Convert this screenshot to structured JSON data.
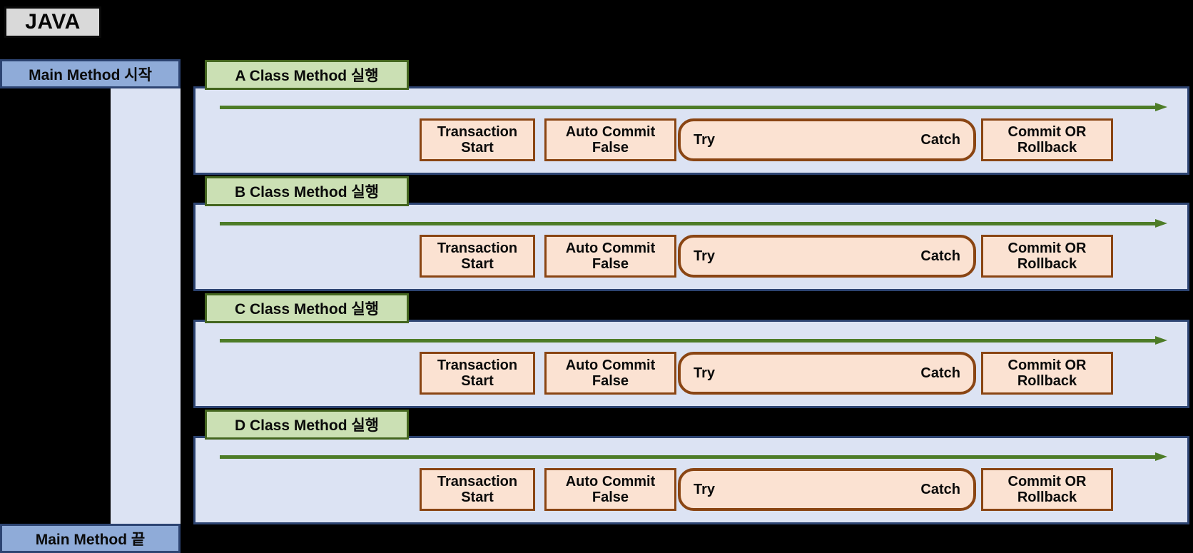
{
  "title_chip": {
    "label": "JAVA"
  },
  "main_method": {
    "start_label": "Main Method 시작",
    "end_label": "Main Method 끝"
  },
  "steps": {
    "transaction_start": "Transaction\nStart",
    "auto_commit_false": "Auto Commit\nFalse",
    "try_label": "Try",
    "catch_label": "Catch",
    "commit_or_rollback": "Commit OR\nRollback"
  },
  "rows": [
    {
      "tag": "A Class Method 실행"
    },
    {
      "tag": "B Class Method 실행"
    },
    {
      "tag": "C Class Method 실행"
    },
    {
      "tag": "D Class Method 실행"
    }
  ],
  "colors": {
    "background": "#000000",
    "panel_fill": "#dce3f3",
    "panel_border": "#2d4472",
    "class_tag_fill": "#cbe0b4",
    "class_tag_border": "#44661f",
    "step_fill": "#fbe2d2",
    "step_border": "#8a4513",
    "main_bar_fill": "#8fabd8",
    "arrow": "#4d7c27",
    "java_chip_fill": "#d9d9d9"
  }
}
